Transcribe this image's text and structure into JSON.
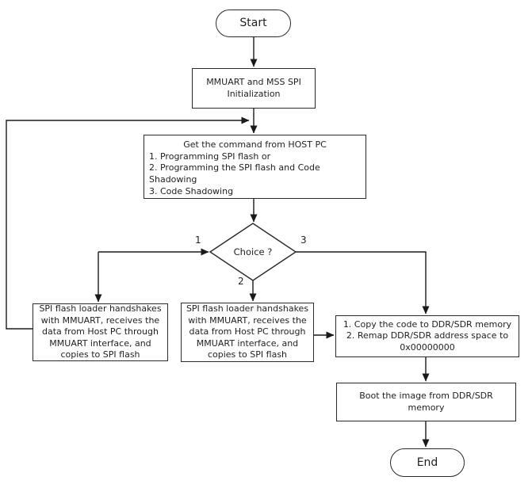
{
  "flowchart": {
    "nodes": {
      "start": {
        "label": "Start"
      },
      "init": {
        "lines": [
          "MMUART and MSS SPI",
          "Initialization"
        ]
      },
      "get_command": {
        "title": "Get the command from HOST PC",
        "items": [
          "1. Programming SPI flash or",
          "2. Programming the SPI flash and Code",
          "Shadowing",
          "3. Code Shadowing"
        ]
      },
      "choice": {
        "label": "Choice ?"
      },
      "branch_labels": {
        "one": "1",
        "two": "2",
        "three": "3"
      },
      "spi_loader_left": {
        "lines": [
          "SPI flash loader handshakes",
          "with MMUART, receives the",
          "data from Host PC through",
          "MMUART interface, and",
          "copies to SPI flash"
        ]
      },
      "spi_loader_middle": {
        "lines": [
          "SPI flash loader handshakes",
          "with MMUART, receives the",
          "data from Host PC through",
          "MMUART interface, and",
          "copies to SPI flash"
        ]
      },
      "copy_remap": {
        "lines": [
          "1. Copy the code to DDR/SDR memory",
          "2. Remap DDR/SDR address space to",
          "0x00000000"
        ]
      },
      "boot": {
        "lines": [
          "Boot the image from DDR/SDR",
          "memory"
        ]
      },
      "end": {
        "label": "End"
      }
    },
    "colors": {
      "line": "#1a1a1a",
      "border": "#2a2a2a",
      "text": "#1f1f1f",
      "background": "#ffffff"
    }
  }
}
